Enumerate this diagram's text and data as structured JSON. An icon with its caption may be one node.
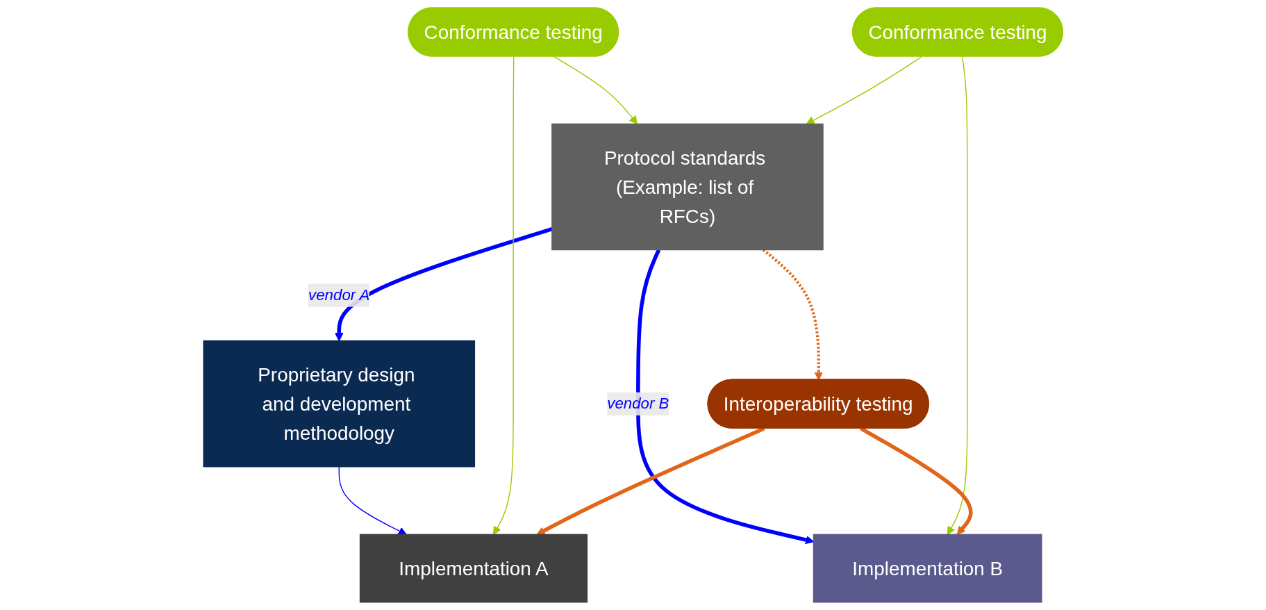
{
  "diagram": {
    "nodes": [
      {
        "text": [
          "Protocol standards (Example: list of RFCs)"
        ]
      },
      {
        "text": [
          "Proprietary design and development methodology"
        ]
      },
      {
        "text": [
          "Conformance testing"
        ]
      },
      {
        "text": [
          "Conformance testing"
        ]
      },
      {
        "text": [
          "Implementation A"
        ]
      },
      {
        "text": [
          "Interoperability testing"
        ]
      },
      {
        "text": [
          "Implementation B"
        ]
      }
    ],
    "edges": [
      {
        "from": 0,
        "to": 1,
        "arrow": "to",
        "label": "vendor A",
        "style": "thick",
        "color": "#0000ff"
      },
      {
        "from": 0,
        "to": 6,
        "arrow": "to",
        "label": "vendor B",
        "style": "thick",
        "color": "#0000ff"
      },
      {
        "from": 1,
        "to": 4,
        "arrow": "to",
        "color": "#0000ff"
      },
      {
        "from": 2,
        "to": 0,
        "arrow": "to",
        "color": "#99cc00"
      },
      {
        "from": 2,
        "to": 4,
        "arrow": "to",
        "color": "#99cc00"
      },
      {
        "from": 3,
        "to": 0,
        "arrow": "to",
        "color": "#99cc00"
      },
      {
        "from": 3,
        "to": 6,
        "arrow": "to",
        "color": "#99cc00"
      },
      {
        "from": 0,
        "to": 5,
        "arrow": "to",
        "style": "dashed",
        "color": "#e0661a"
      },
      {
        "from": 5,
        "to": 4,
        "arrow": "to",
        "style": "thick",
        "color": "#e0661a"
      },
      {
        "from": 5,
        "to": 6,
        "arrow": "to",
        "style": "thick",
        "color": "#e0661a"
      }
    ]
  }
}
